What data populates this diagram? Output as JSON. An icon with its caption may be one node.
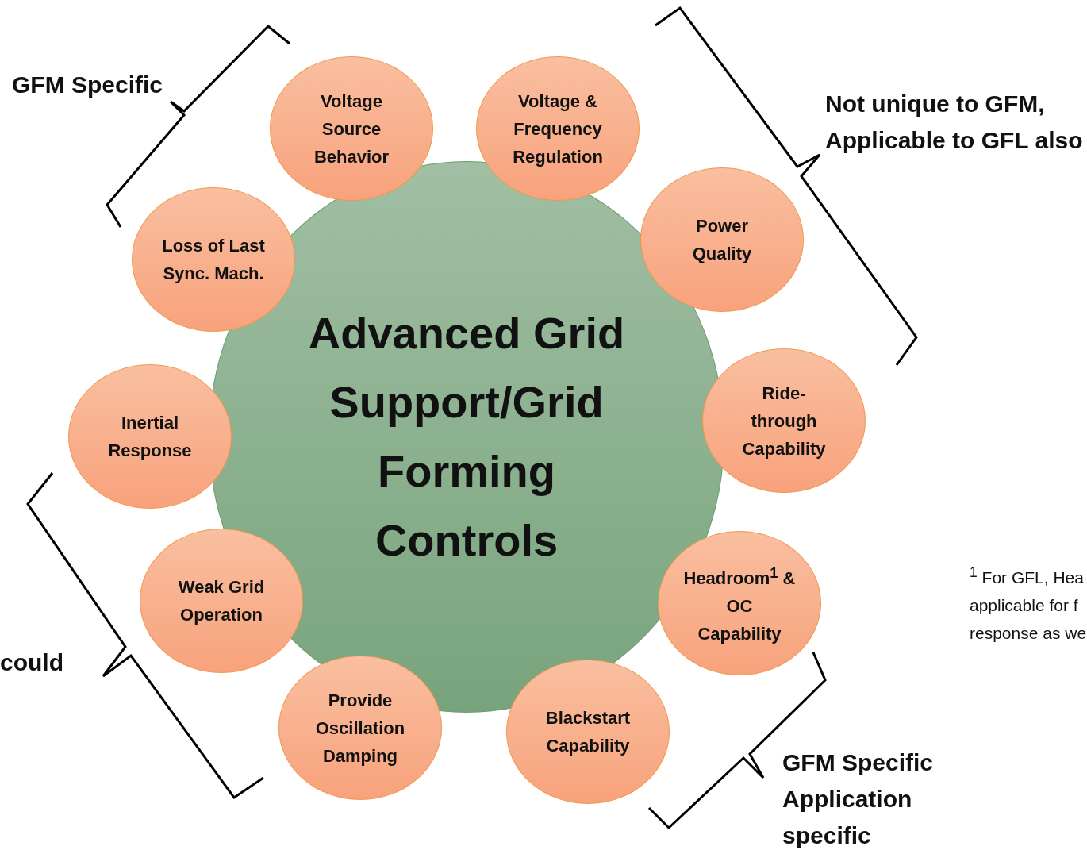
{
  "diagram": {
    "nodes": [
      {
        "text": [
          "Advanced Grid Support/Grid Forming Controls"
        ]
      },
      {
        "text": [
          "Voltage Source Behavior"
        ]
      },
      {
        "text": [
          "Voltage & Frequency Regulation"
        ]
      },
      {
        "text": [
          "Power Quality"
        ]
      },
      {
        "text": [
          "Ride- through Capability"
        ]
      },
      {
        "text": [
          "Headroom$^{1}$ & OC Capability"
        ]
      },
      {
        "text": [
          "Blackstart Capability"
        ]
      },
      {
        "text": [
          "Provide Oscillation Damping"
        ]
      },
      {
        "text": [
          "Weak Grid Operation"
        ]
      },
      {
        "text": [
          "Inertial Response"
        ]
      },
      {
        "text": [
          "Loss of Last Sync. Mach."
        ]
      }
    ],
    "labels": [
      "GFM Specific",
      "Not unique to GFM, Applicable to GFL also",
      "could",
      "$^{1}$ For GFL, Hea applicable for f response as we",
      "GFM Specific",
      "Application specific"
    ]
  }
}
